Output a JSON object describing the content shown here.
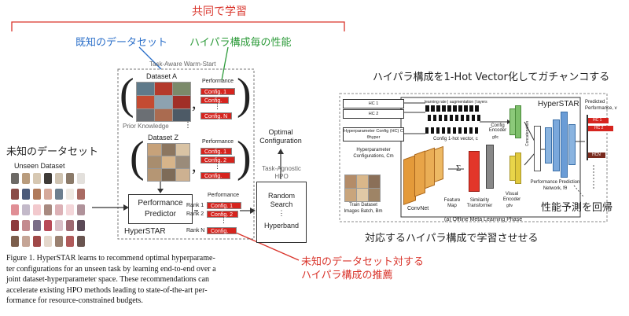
{
  "annotations": {
    "top": "共同で学習",
    "known_dataset": "既知のデータセット",
    "per_hp_perf": "ハイパラ構成毎の性能",
    "unknown_dataset": "未知のデータセット",
    "recommend_line1": "未知のデータセット対する",
    "recommend_line2": "ハイパラ構成の推薦",
    "onehot": "ハイパラ構成を1-Hot Vector化してガチャンコする",
    "regress": "性能予測を回帰",
    "learn": "対応するハイパラ構成で学習させせる"
  },
  "left_fig": {
    "warmstart": "Task-Aware Warm-Start",
    "dataset_a": "Dataset A",
    "dataset_z": "Dataset Z",
    "performance": "Performance",
    "config1": "Config. 1",
    "config2": "Config. 2",
    "configN": "Config. N",
    "prior": "Prior Knowledge",
    "unseen": "Unseen Dataset",
    "predictor_line1": "Performance",
    "predictor_line2": "Predictor",
    "hyperstar": "HyperSTAR",
    "rank1": "Rank 1",
    "rank2": "Rank 2",
    "rankN": "Rank N",
    "optimal_line1": "Optimal",
    "optimal_line2": "Configuration",
    "agnostic_line1": "Task-Agnostic",
    "agnostic_line2": "HPO",
    "random_line1": "Random",
    "random_line2": "Search",
    "hyperband": "Hyperband",
    "vdots": "⋮",
    "comma": ","
  },
  "caption": {
    "line1": "Figure 1. HyperSTAR learns to recommend optimal hyperparame-",
    "line2": "ter configurations for an unseen task by learning end-to-end over a",
    "line3": "joint dataset-hyperparameter space.  These recommendations can",
    "line4": "accelerate existing HPO methods leading to state-of-the-art per-",
    "line5": "formance for resource-constrained budgets."
  },
  "right_fig": {
    "hc1": "HC 1",
    "hc2": "HC 2",
    "hcc": "Hyperparameter Config (HC) C",
    "theta": "θhyper",
    "hp_confs_line1": "Hyperparameter",
    "hp_confs_line2": "Configurations, Cm",
    "onehot_header": "learning rate | augmentation | layers",
    "onehot_label": "Config 1-hot vector, c",
    "config_encoder": "Config Encoder",
    "g_theta": "gθc",
    "hyperstar": "HyperSTAR",
    "concat": "Concatenation",
    "predicted_line1": "Predicted",
    "predicted_line2": "Performance, v",
    "hcn": "HCN",
    "train_line1": "Train Dataset",
    "train_line2": "Images Batch, Bm",
    "convnet": "ConvNet",
    "feature_map": "Feature Map",
    "similarity": "Similarity Transformer",
    "visual_encoder": "Visual Encoder",
    "g_v": "gθv",
    "ppn_line1": "Performance Prediction",
    "ppn_line2": "Network, fθ",
    "phase": "(a) Offline Meta Learning Phase",
    "sum": "Σ"
  }
}
